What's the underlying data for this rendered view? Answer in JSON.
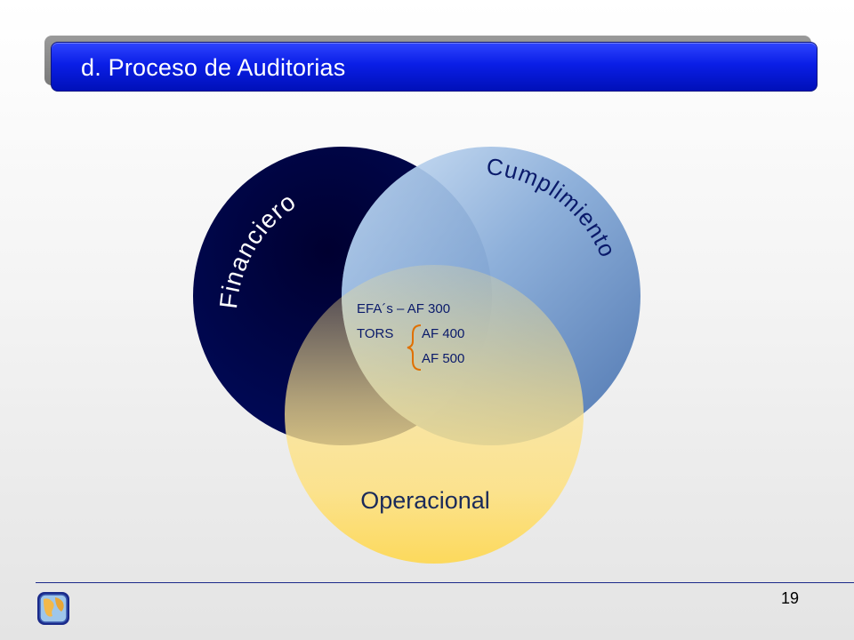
{
  "header": {
    "title": "d. Proceso de Auditorias"
  },
  "venn": {
    "sets": [
      {
        "name": "Financiero",
        "color": "#000033"
      },
      {
        "name": "Cumplimiento",
        "color": "#6a8fc2"
      },
      {
        "name": "Operacional",
        "color": "#fde27a"
      }
    ],
    "center": {
      "line1": "EFA´s – AF 300",
      "line2_prefix": "TORS",
      "line2_value": "AF 400",
      "line3_value": "AF 500",
      "bracket_color": "#e07000"
    }
  },
  "footer": {
    "page_number": "19",
    "logo_icon": "globe-shield-icon"
  }
}
